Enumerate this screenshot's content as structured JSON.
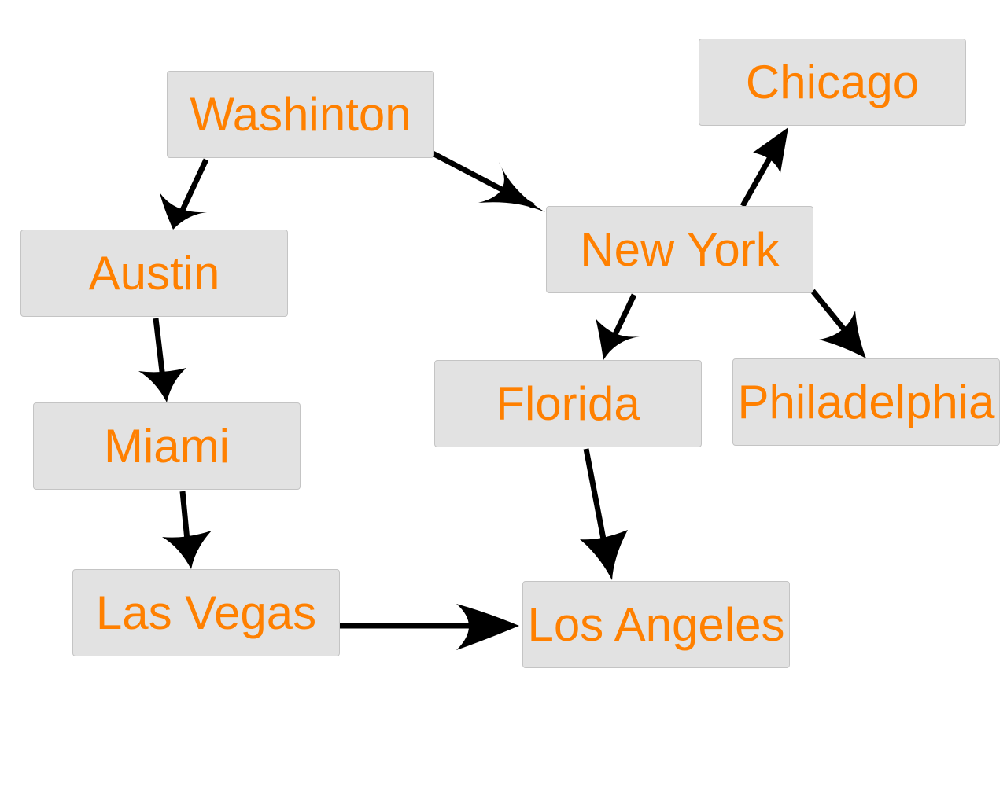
{
  "colors": {
    "node_fill": "#e2e2e2",
    "node_border": "#c4c4c4",
    "label": "#ff8000",
    "edge": "#000000",
    "background": "#ffffff"
  },
  "nodes": {
    "washinton": {
      "label": "Washinton"
    },
    "chicago": {
      "label": "Chicago"
    },
    "austin": {
      "label": "Austin"
    },
    "new_york": {
      "label": "New York"
    },
    "florida": {
      "label": "Florida"
    },
    "philadelphia": {
      "label": "Philadelphia"
    },
    "miami": {
      "label": "Miami"
    },
    "las_vegas": {
      "label": "Las Vegas"
    },
    "los_angeles": {
      "label": "Los Angeles"
    }
  },
  "edges": [
    {
      "from": "washinton",
      "to": "austin"
    },
    {
      "from": "washinton",
      "to": "new_york"
    },
    {
      "from": "new_york",
      "to": "chicago"
    },
    {
      "from": "new_york",
      "to": "florida"
    },
    {
      "from": "new_york",
      "to": "philadelphia"
    },
    {
      "from": "austin",
      "to": "miami"
    },
    {
      "from": "miami",
      "to": "las_vegas"
    },
    {
      "from": "florida",
      "to": "los_angeles"
    },
    {
      "from": "las_vegas",
      "to": "los_angeles"
    }
  ]
}
